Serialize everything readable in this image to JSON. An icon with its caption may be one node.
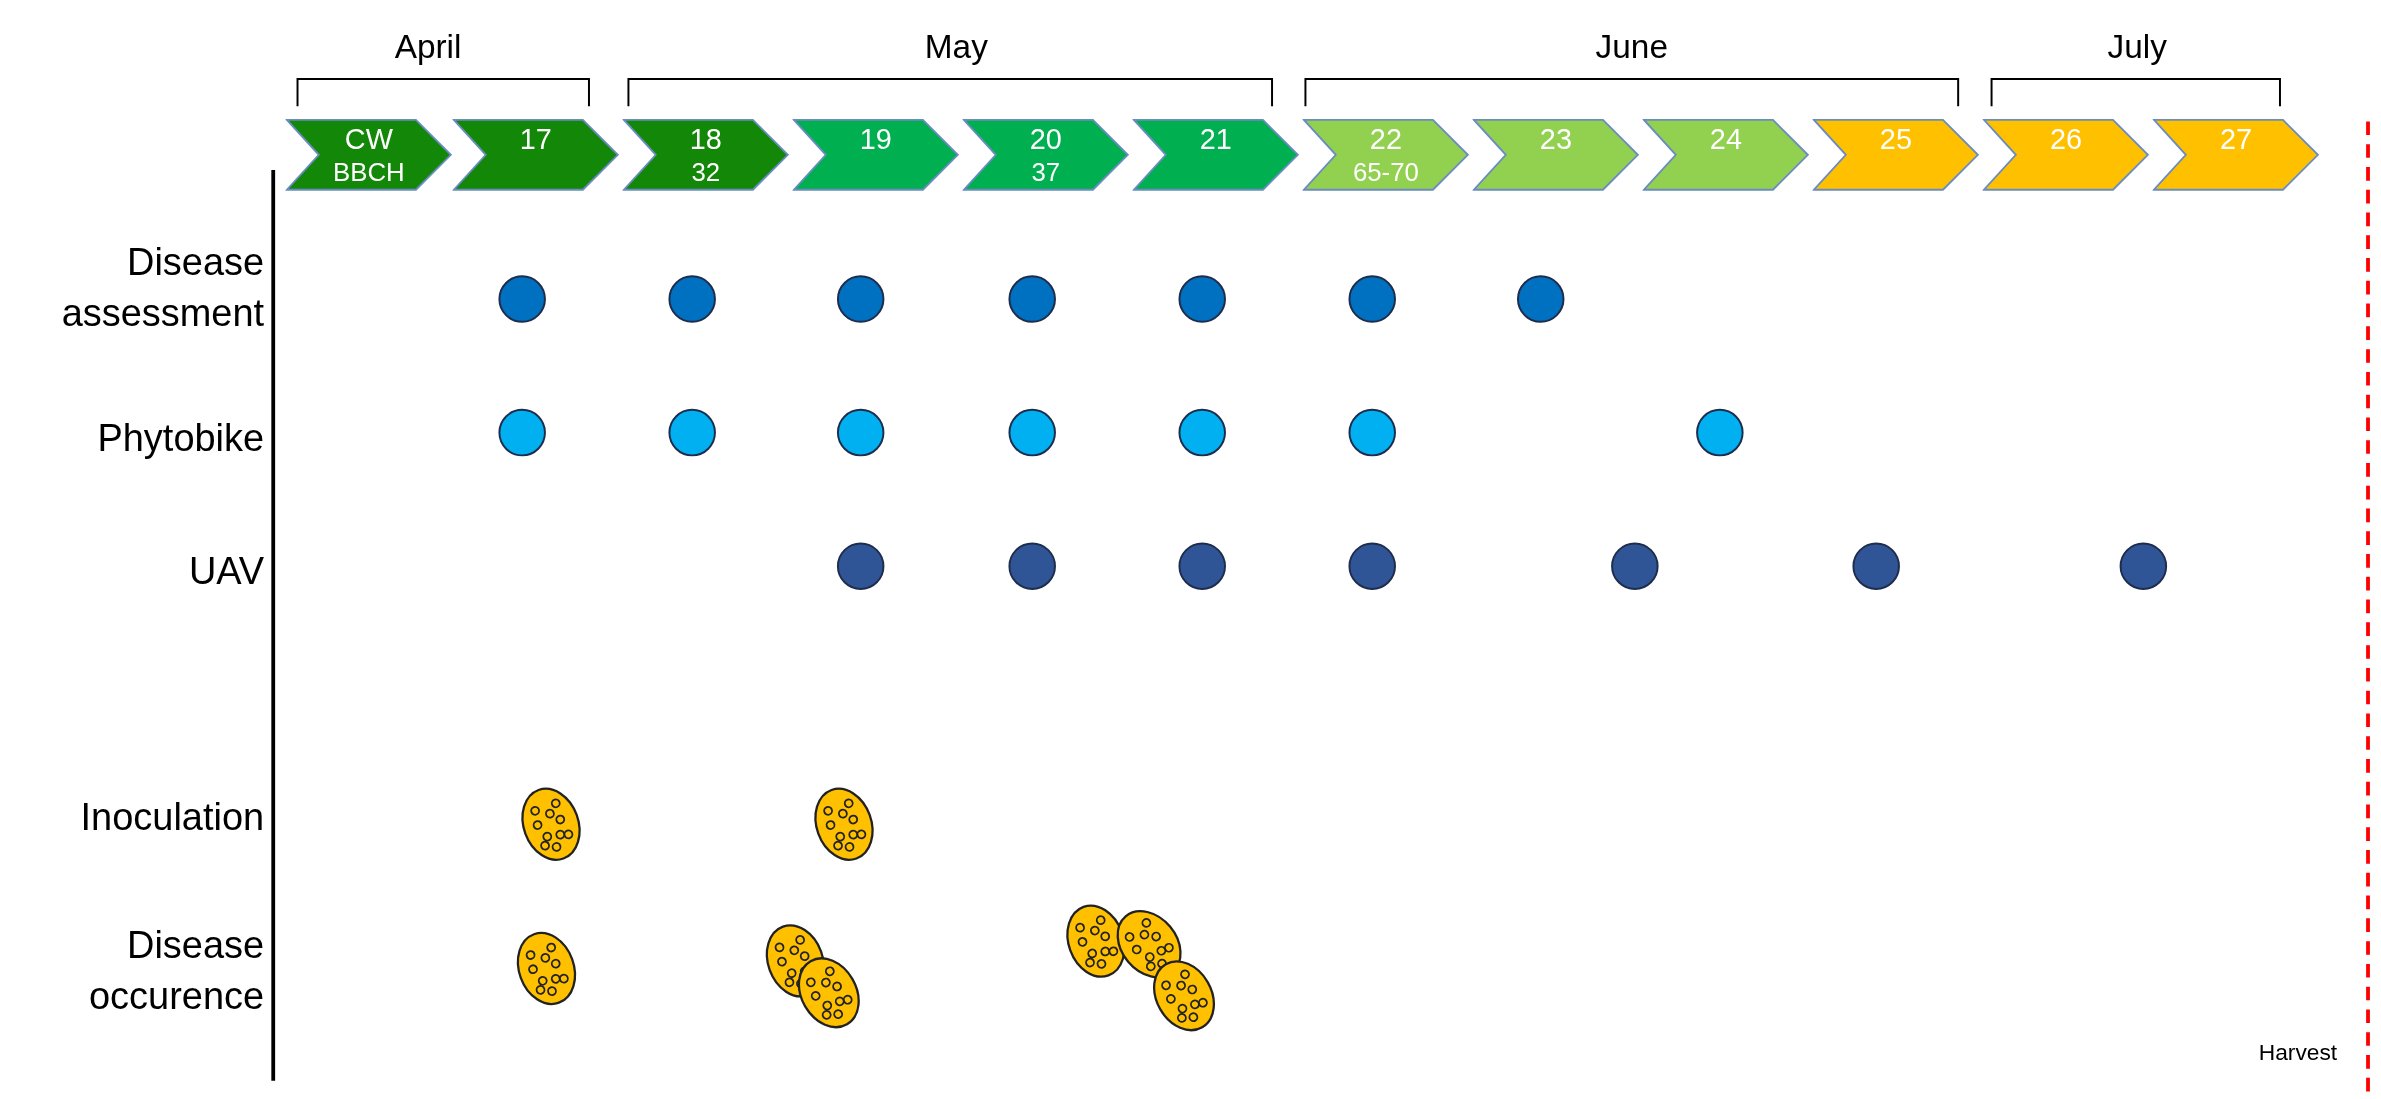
{
  "diagram": {
    "nodes": [
      {
        "text": [
          "CW",
          "BBCH"
        ]
      },
      {
        "text": [
          "17"
        ]
      },
      {
        "text": [
          "18",
          "32"
        ]
      },
      {
        "text": [
          "19"
        ]
      },
      {
        "text": [
          "20",
          "37"
        ]
      },
      {
        "text": [
          "21"
        ]
      },
      {
        "text": [
          "22",
          "65-70"
        ]
      },
      {
        "text": [
          "23"
        ]
      },
      {
        "text": [
          "24"
        ]
      },
      {
        "text": [
          "25"
        ]
      },
      {
        "text": [
          "26"
        ]
      },
      {
        "text": [
          "27"
        ]
      }
    ],
    "labels": [
      "April",
      "May",
      "June",
      "July",
      "Disease assessment",
      "Phytobike",
      "UAV",
      "Inoculation",
      "Disease occurence",
      "Harvest"
    ]
  }
}
